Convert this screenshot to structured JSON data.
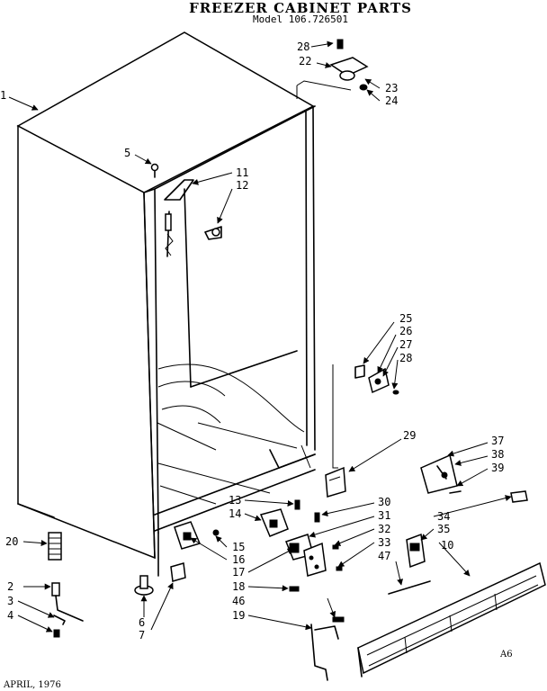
{
  "title": "FREEZER CABINET PARTS",
  "model": "Model 106.726501",
  "footer_date": "APRIL, 1976",
  "footer_code": "A6",
  "callouts": [
    "1",
    "2",
    "3",
    "4",
    "5",
    "6",
    "7",
    "10",
    "11",
    "12",
    "13",
    "14",
    "15",
    "16",
    "17",
    "18",
    "19",
    "20",
    "22",
    "23",
    "24",
    "25",
    "26",
    "27",
    "28",
    "28",
    "29",
    "30",
    "31",
    "32",
    "33",
    "34",
    "35",
    "37",
    "38",
    "39",
    "46",
    "47"
  ]
}
